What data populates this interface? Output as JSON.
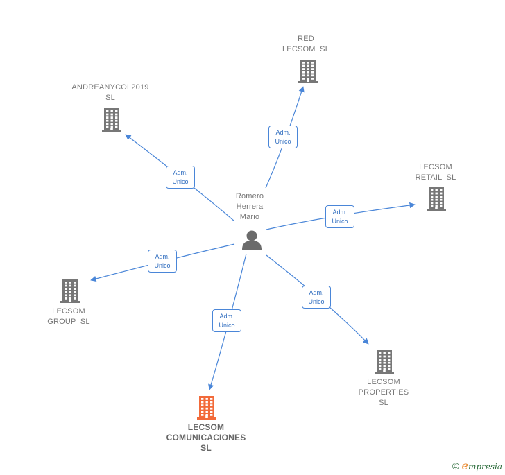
{
  "center": {
    "name_lines": [
      "Romero",
      "Herrera",
      "Mario"
    ],
    "icon": "person-icon"
  },
  "edge_label": {
    "line1": "Adm.",
    "line2": "Unico"
  },
  "companies": [
    {
      "key": "red-lecsom",
      "lines": [
        "RED",
        "LECSOM  SL"
      ],
      "highlight": false,
      "icon": "building-icon"
    },
    {
      "key": "andreanycol2019",
      "lines": [
        "ANDREANYCOL2019",
        "SL"
      ],
      "highlight": false,
      "icon": "building-icon"
    },
    {
      "key": "lecsom-retail",
      "lines": [
        "LECSOM",
        "RETAIL  SL"
      ],
      "highlight": false,
      "icon": "building-icon"
    },
    {
      "key": "lecsom-group",
      "lines": [
        "LECSOM",
        "GROUP  SL"
      ],
      "highlight": false,
      "icon": "building-icon"
    },
    {
      "key": "lecsom-properties",
      "lines": [
        "LECSOM",
        "PROPERTIES",
        "SL"
      ],
      "highlight": false,
      "icon": "building-icon"
    },
    {
      "key": "lecsom-comunicaciones",
      "lines": [
        "LECSOM",
        "COMUNICACIONES",
        "SL"
      ],
      "highlight": true,
      "icon": "building-icon"
    }
  ],
  "colors": {
    "edge": "#4a86d8",
    "building": "#777777",
    "building_highlight": "#f26a3a",
    "person": "#6b6b6b"
  },
  "footer": {
    "copyright": "©",
    "brand_first": "e",
    "brand_rest": "mpresia"
  }
}
